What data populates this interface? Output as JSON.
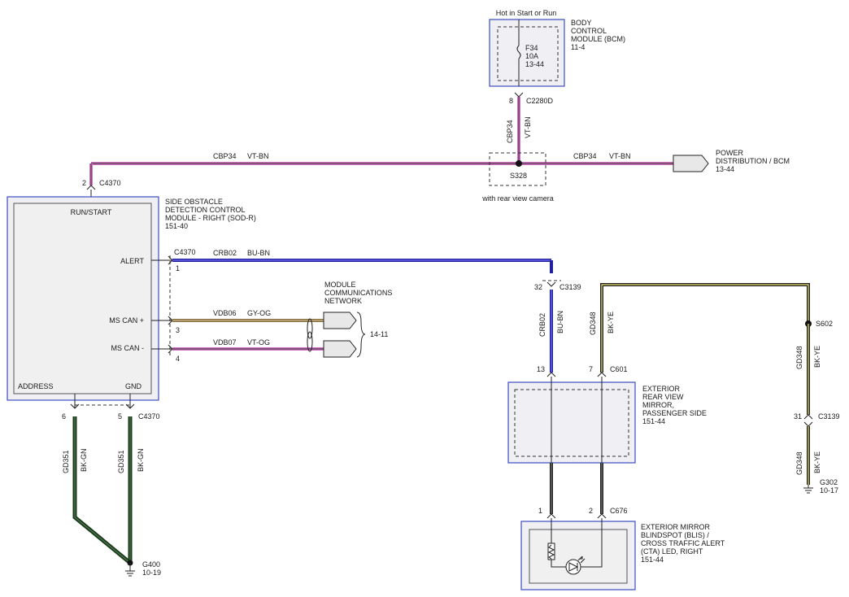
{
  "bcm": {
    "feed": "Hot in Start or Run",
    "title": [
      "BODY",
      "CONTROL",
      "MODULE (BCM)",
      "11-4"
    ],
    "fuse": [
      "F34",
      "10A",
      "13-44"
    ],
    "pin": "8",
    "connector": "C2280D"
  },
  "wire_cbp34_vertical": {
    "circuit": "CBP34",
    "color": "VT-BN"
  },
  "splice": {
    "id": "S328",
    "note": "with rear view camera"
  },
  "wire_cbp34_left": {
    "circuit": "CBP34",
    "color": "VT-BN"
  },
  "wire_cbp34_right": {
    "circuit": "CBP34",
    "color": "VT-BN"
  },
  "power_dist": {
    "label": [
      "POWER",
      "DISTRIBUTION / BCM",
      "13-44"
    ]
  },
  "sodr": {
    "pin_top": "2",
    "connector_top": "C4370",
    "title": [
      "SIDE OBSTACLE",
      "DETECTION CONTROL",
      "MODULE - RIGHT (SOD-R)",
      "151-40"
    ],
    "run_start": "RUN/START",
    "alert": "ALERT",
    "ms_can_plus": "MS CAN +",
    "ms_can_minus": "MS CAN -",
    "address": "ADDRESS",
    "gnd": "GND",
    "pin_alert": "1",
    "conn_alert": "C4370",
    "pin_can_plus": "3",
    "pin_can_minus": "4",
    "pin_addr": "6",
    "pin_gnd": "5",
    "conn_bottom": "C4370"
  },
  "wire_crb02_h": {
    "circuit": "CRB02",
    "color": "BU-BN"
  },
  "wire_crb02_v": {
    "circuit": "CRB02",
    "color": "BU-BN"
  },
  "wire_vdb06": {
    "circuit": "VDB06",
    "color": "GY-OG"
  },
  "wire_vdb07": {
    "circuit": "VDB07",
    "color": "VT-OG"
  },
  "network": {
    "label": [
      "MODULE",
      "COMMUNICATIONS",
      "NETWORK"
    ],
    "ref": "14-11"
  },
  "c3139_top": {
    "pin": "32",
    "connector": "C3139"
  },
  "mirror": {
    "title": [
      "EXTERIOR",
      "REAR VIEW",
      "MIRROR,",
      "PASSENGER SIDE",
      "151-44"
    ],
    "pin_left": "13",
    "pin_right": "7",
    "connector": "C601"
  },
  "wire_gd348_mirror": {
    "circuit": "GD348",
    "color": "BK-YE"
  },
  "splice_s602": {
    "id": "S602"
  },
  "wire_gd348_right_upper": {
    "circuit": "GD348",
    "color": "BK-YE"
  },
  "c3139_right": {
    "pin": "31",
    "connector": "C3139"
  },
  "wire_gd348_right_lower": {
    "circuit": "GD348",
    "color": "BK-YE"
  },
  "g302": {
    "id": "G302",
    "ref": "10-17"
  },
  "blis": {
    "title": [
      "EXTERIOR MIRROR",
      "BLINDSPOT (BLIS) /",
      "CROSS TRAFFIC ALERT",
      "(CTA) LED, RIGHT",
      "151-44"
    ],
    "pin_left": "1",
    "pin_right": "2",
    "connector": "C676"
  },
  "wire_gd351_a": {
    "circuit": "GD351",
    "color": "BK-GN"
  },
  "wire_gd351_b": {
    "circuit": "GD351",
    "color": "BK-GN"
  },
  "g400": {
    "id": "G400",
    "ref": "10-19"
  }
}
